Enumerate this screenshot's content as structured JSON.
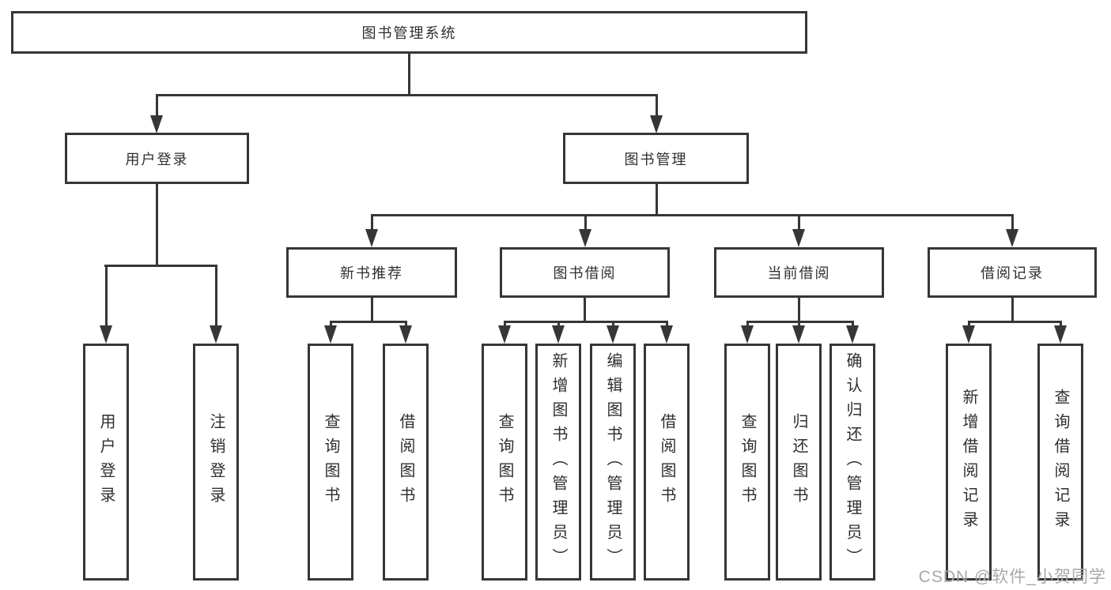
{
  "nodes": {
    "root": "图书管理系统",
    "user_login": "用户登录",
    "book_mgmt": "图书管理",
    "new_books": "新书推荐",
    "book_borrow": "图书借阅",
    "current_borrow": "当前借阅",
    "borrow_records": "借阅记录"
  },
  "leaves": {
    "user_login": [
      "用户登录",
      "注销登录"
    ],
    "new_books": [
      "查询图书",
      "借阅图书"
    ],
    "book_borrow": [
      "查询图书",
      "新增图书（管理员）",
      "编辑图书（管理员）",
      "借阅图书"
    ],
    "current_borrow": [
      "查询图书",
      "归还图书",
      "确认归还（管理员）"
    ],
    "borrow_records": [
      "新增借阅记录",
      "查询借阅记录"
    ]
  },
  "watermark": "CSDN @软件_小贺同学",
  "colors": {
    "line": "#363636",
    "text": "#2f2f2f",
    "watermark": "#a8a8a8",
    "background": "#ffffff"
  }
}
